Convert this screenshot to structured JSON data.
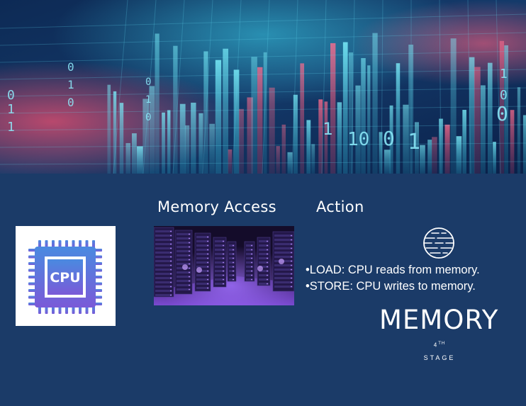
{
  "banner": {
    "digits": [
      "0",
      "1",
      "0",
      "1",
      "1",
      "0",
      "0",
      "1",
      "0",
      "10",
      "1",
      "0",
      "0",
      "1",
      "0",
      "1"
    ],
    "colors": {
      "cyan": "#3fe0f0",
      "magenta": "#e8507a",
      "navy": "#0c1d45"
    }
  },
  "headings": {
    "left": "Memory Access",
    "right": "Action"
  },
  "cpu_icon": {
    "label": "CPU",
    "colors": {
      "top": "#4a8ae0",
      "bottom": "#7a5ad8"
    }
  },
  "bullets": [
    "•LOAD: CPU reads from memory.",
    "•STORE: CPU writes to memory."
  ],
  "stage": {
    "title": "MEMORY",
    "number": "4",
    "suffix": "TH",
    "word": "STAGE"
  },
  "colors": {
    "background": "#1b3b68",
    "text": "#ffffff"
  }
}
